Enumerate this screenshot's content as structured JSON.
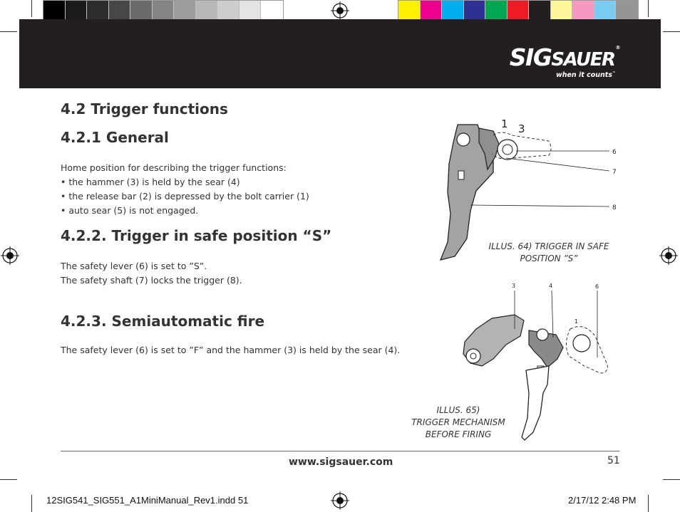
{
  "colors": {
    "grayscale_swatches": [
      "#000000",
      "#1a1a1a",
      "#2e2e2e",
      "#474747",
      "#6a6a6a",
      "#858585",
      "#9d9d9d",
      "#b8b8b8",
      "#cdcdcd",
      "#e4e4e4",
      "#ffffff"
    ],
    "color_swatches": [
      "#fff200",
      "#ec008c",
      "#00aeef",
      "#2e3192",
      "#00a651",
      "#ed1c24",
      "#231f20",
      "#fff799",
      "#f49ac1",
      "#7accf3",
      "#959595"
    ],
    "header_background": "#231f20"
  },
  "header": {
    "logo_sig": "SIG",
    "logo_sauer": "SAUER",
    "logo_registered": "®",
    "tagline": "when it counts",
    "tagline_tm": "™"
  },
  "sections": {
    "trigger_functions_title": "4.2 Trigger functions",
    "general_title": "4.2.1 General",
    "general_lines": [
      "Home position for describing the trigger functions:",
      "• the hammer (3) is held by the sear (4)",
      "• the release bar (2) is depressed by the bolt carrier (1)",
      "• auto sear (5) is not engaged."
    ],
    "safe_title": "4.2.2. Trigger in safe position “S”",
    "safe_lines": [
      "The safety lever (6) is set to ”S”.",
      "The safety shaft (7) locks the trigger (8)."
    ],
    "semi_title": "4.2.3. Semiautomatic fire",
    "semi_lines": [
      "The safety lever (6) is set to ”F” and the hammer (3) is held by the sear (4)."
    ]
  },
  "illustrations": {
    "illus64": {
      "caption_line1": "ILLUS. 64) TRIGGER IN SAFE",
      "caption_line2": "POSITION ”S”",
      "labels": {
        "one": "1",
        "three": "3",
        "six": "6",
        "seven": "7",
        "eight": "8"
      }
    },
    "illus65": {
      "caption_line1": "ILLUS. 65)",
      "caption_line2": "TRIGGER MECHANISM",
      "caption_line3": "BEFORE FIRING",
      "labels": {
        "three": "3",
        "four": "4",
        "six": "6",
        "one": "1"
      }
    }
  },
  "footer": {
    "url": "www.sigsauer.com",
    "page_number": "51",
    "slug_file": "12SIG541_SIG551_A1MiniManual_Rev1.indd   51",
    "slug_date": "2/17/12   2:48 PM"
  }
}
